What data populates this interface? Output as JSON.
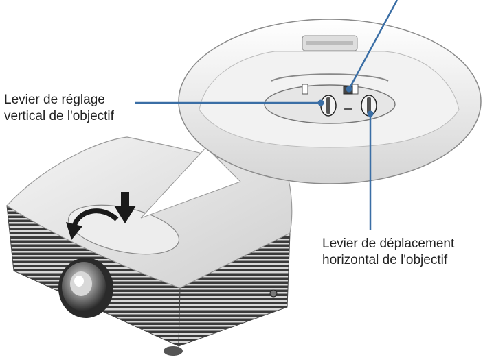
{
  "callouts": {
    "vertical_lens_lever": {
      "line1": "Levier de réglage",
      "line2": "vertical de l'objectif"
    },
    "horizontal_lens_lever": {
      "line1": "Levier de déplacement",
      "line2": "horizontal de l'objectif"
    }
  },
  "colors": {
    "leader_line": "#3a6ea5",
    "projector_body": "#e8e8e8",
    "grille": "#333333"
  },
  "icons": [
    "press-arrow-icon",
    "rotate-arrow-icon"
  ]
}
